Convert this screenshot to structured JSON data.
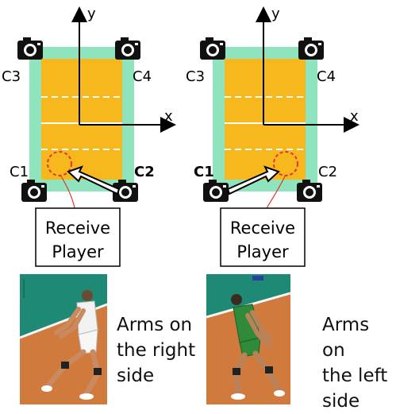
{
  "panels": [
    {
      "axis_x": "x",
      "axis_y": "y",
      "cameras": {
        "c1": "C1",
        "c2": "C2",
        "c3": "C3",
        "c4": "C4"
      },
      "bold_camera": "c2",
      "box_line1": "Receive",
      "box_line2": "Player"
    },
    {
      "axis_x": "x",
      "axis_y": "y",
      "cameras": {
        "c1": "C1",
        "c2": "C2",
        "c3": "C3",
        "c4": "C4"
      },
      "bold_camera": "c1",
      "box_line1": "Receive",
      "box_line2": "Player"
    }
  ],
  "photos": [
    {
      "caption": [
        "Arms on",
        "the right",
        "side"
      ],
      "jersey_color": "#f2f2f2"
    },
    {
      "caption": [
        "Arms on",
        "the left",
        "side"
      ],
      "jersey_color": "#2f8a3a"
    }
  ],
  "colors": {
    "court_outer": "#8fe3bd",
    "court_inner": "#f6b81c",
    "receive_marker": "#e23333",
    "floor": "#d17a3d",
    "wall": "#1e8a75"
  }
}
